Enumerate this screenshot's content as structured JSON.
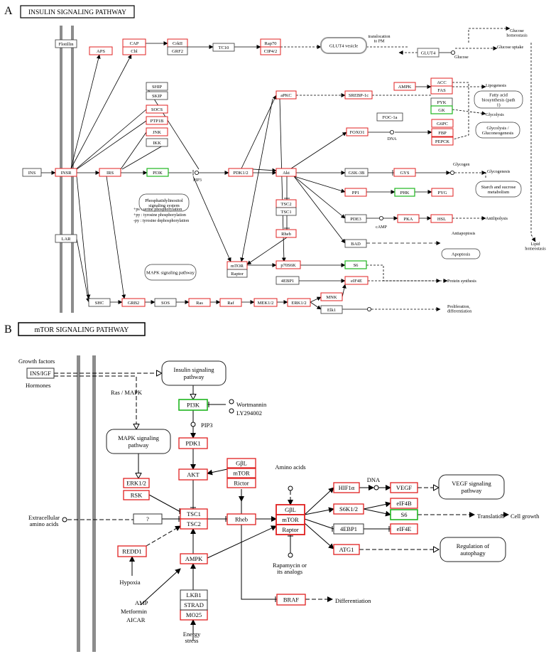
{
  "panels": [
    {
      "letter": "A",
      "title": "INSULIN SIGNALING PATHWAY"
    },
    {
      "letter": "B",
      "title": "mTOR SIGNALING PATHWAY"
    }
  ],
  "colors": {
    "highlight": "#e02020",
    "normal": "#333333",
    "green": "#1fb61f",
    "membrane": "#8c8c8c"
  },
  "panelA": {
    "red": [
      "APS",
      "CAP",
      "Cbl",
      "CrkII",
      "Rap70",
      "CIP4/2",
      "INSR",
      "IRS",
      "SOCS",
      "PTP1B",
      "JNK",
      "PDK1/2",
      "aPKC",
      "SREBP-1c",
      "AMPK",
      "ACC",
      "FAS",
      "FOXO1",
      "G6PC",
      "FBP",
      "PEPCK",
      "Akt",
      "GYS",
      "PP1",
      "PYG",
      "TSC2",
      "Rheb",
      "PKA",
      "HSL",
      "mTOR",
      "p70S6K",
      "eIF4E",
      "GRB2",
      "Ras",
      "Raf",
      "MEK1/2",
      "ERK1/2",
      "MNK"
    ],
    "black": [
      "Flotillin",
      "GRF2",
      "TC10",
      "INS",
      "SHIP",
      "SKIP",
      "IKK",
      "GSK-3B",
      "TSC1",
      "PDE3",
      "BAD",
      "Raptor",
      "4EBP1",
      "SOS",
      "Elk1",
      "LAR",
      "SHC",
      "PYK",
      "FOC-1a"
    ],
    "green": [
      "PI3K",
      "S6",
      "GK",
      "PHK"
    ],
    "gray": [
      "GLUT4"
    ],
    "text": [
      "translocation to PM",
      "Glucose",
      "Glucose homeostasis",
      "Glucose uptake",
      "Lipogenesis",
      "Glycolysis",
      "Glycogen",
      "Glycogenesis",
      "Antilipolysis",
      "Antiapoptosis",
      "Protein synthesis",
      "Proliferation, differentiation",
      "DNA",
      "cAMP",
      "PIP3",
      "Lipid homeostasis",
      "+ps : serine phosphorylation",
      "+py : tyrosine phosphorylation",
      "-py : tyrosine dephosphorylation"
    ],
    "rounded": [
      "GLUT4 vesicle",
      "Fatty acid biosynthesis (path 1)",
      "Glycolysis / Gluconeogenesis",
      "Starch and sucrose metabolism",
      "Phosphatidylinositol signaling system",
      "MAPK signaling pathway",
      "Apoptosis"
    ]
  },
  "panelB": {
    "red": [
      "PDK1",
      "AKT",
      "ERK1/2",
      "RSK",
      "GβL",
      "mTOR",
      "Rictor",
      "TSC1",
      "TSC2",
      "Rheb",
      "REDD1",
      "AMPK",
      "MO25",
      "BRAF",
      "HIF1α",
      "VEGF",
      "S6K1/2",
      "eIF4B",
      "eIF4E",
      "ATG1",
      "Raptor"
    ],
    "black": [
      "INS/IGF",
      "?",
      "LKB1",
      "STRAD",
      "4EBP1"
    ],
    "green": [
      "PI3K",
      "S6"
    ],
    "text": [
      "Growth factors",
      "Hormones",
      "Ras / MAPK",
      "Wortmannin",
      "LY294002",
      "PIP3",
      "Amino acids",
      "DNA",
      "Extracellular amino acids",
      "Hypoxia",
      "AMP",
      "Metformin",
      "AICAR",
      "Energy stress",
      "Rapamycin or its analogs",
      "Differentiation",
      "Translation",
      "Cell growth"
    ],
    "rounded": [
      "Insulin signaling pathway",
      "MAPK signaling pathway",
      "VEGF signaling pathway",
      "Regulation of autophagy"
    ]
  }
}
